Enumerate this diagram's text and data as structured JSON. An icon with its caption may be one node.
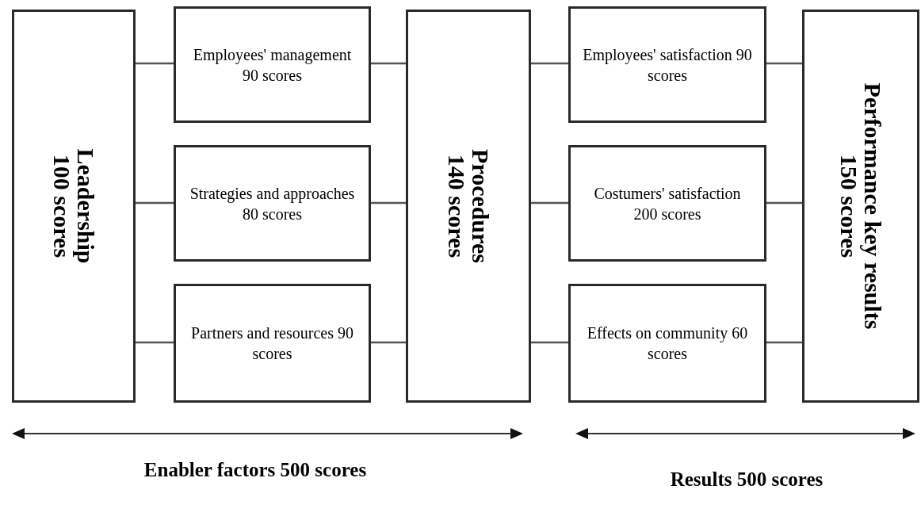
{
  "diagram": {
    "nodes": [
      {
        "text": [
          "Leadership",
          "100 scores"
        ]
      },
      {
        "text": [
          "Employees' management 90 scores"
        ]
      },
      {
        "text": [
          "Strategies and approaches 80 scores"
        ]
      },
      {
        "text": [
          "Partners and resources 90 scores"
        ]
      },
      {
        "text": [
          "Procedures",
          "140 scores"
        ]
      },
      {
        "text": [
          "Employees' satisfaction 90 scores"
        ]
      },
      {
        "text": [
          "Costumers' satisfaction 200 scores"
        ]
      },
      {
        "text": [
          "Effects on community 60 scores"
        ]
      },
      {
        "text": [
          "Performance key results",
          "150 scores"
        ]
      }
    ],
    "edges": [
      {
        "from": 0,
        "to": 1,
        "arrow": "none"
      },
      {
        "from": 0,
        "to": 2,
        "arrow": "none"
      },
      {
        "from": 0,
        "to": 3,
        "arrow": "none"
      },
      {
        "from": 1,
        "to": 4,
        "arrow": "none"
      },
      {
        "from": 2,
        "to": 4,
        "arrow": "none"
      },
      {
        "from": 3,
        "to": 4,
        "arrow": "none"
      },
      {
        "from": 4,
        "to": 5,
        "arrow": "none"
      },
      {
        "from": 4,
        "to": 6,
        "arrow": "none"
      },
      {
        "from": 4,
        "to": 7,
        "arrow": "none"
      },
      {
        "from": 5,
        "to": 8,
        "arrow": "none"
      },
      {
        "from": 6,
        "to": 8,
        "arrow": "none"
      },
      {
        "from": 7,
        "to": 8,
        "arrow": "none"
      }
    ],
    "labels": [
      "Enabler factors 500 scores",
      "Results 500 scores"
    ]
  }
}
